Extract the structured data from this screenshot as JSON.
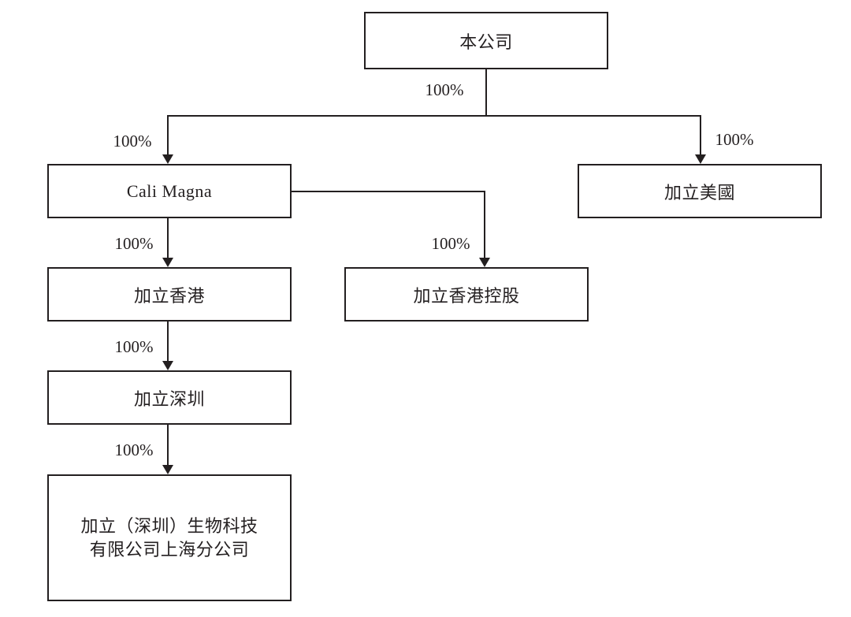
{
  "diagram": {
    "type": "org-chart",
    "colors": {
      "line": "#231f20",
      "box_border": "#231f20",
      "text": "#231f20",
      "background": "#ffffff"
    },
    "nodes": [
      {
        "id": "parent-company",
        "label": "本公司"
      },
      {
        "id": "cali-magna",
        "label": "Cali Magna"
      },
      {
        "id": "cali-us",
        "label": "加立美國"
      },
      {
        "id": "cali-hk-holdings",
        "label": "加立香港控股"
      },
      {
        "id": "cali-hk",
        "label": "加立香港"
      },
      {
        "id": "cali-shenzhen",
        "label": "加立深圳"
      },
      {
        "id": "shanghai-branch",
        "lines": [
          "加立（深圳）生物科技",
          "有限公司上海分公司"
        ]
      }
    ],
    "edges": [
      {
        "from": "本公司",
        "to": "subsidiaries",
        "label": "100%"
      },
      {
        "from": "本公司",
        "to": "Cali Magna",
        "label": "100%"
      },
      {
        "from": "本公司",
        "to": "加立美國",
        "label": "100%"
      },
      {
        "from": "Cali Magna",
        "to": "加立香港控股",
        "label": "100%"
      },
      {
        "from": "Cali Magna",
        "to": "加立香港",
        "label": "100%"
      },
      {
        "from": "加立香港",
        "to": "加立深圳",
        "label": "100%"
      },
      {
        "from": "加立深圳",
        "to": "加立（深圳）生物科技有限公司上海分公司",
        "label": "100%"
      }
    ]
  }
}
